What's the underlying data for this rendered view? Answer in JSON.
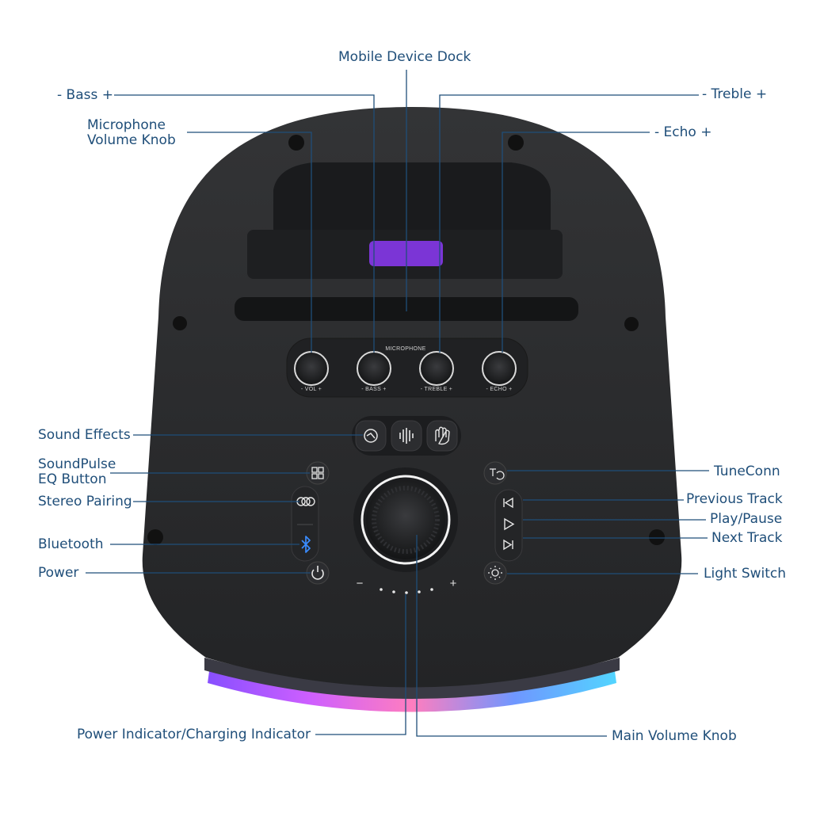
{
  "callouts": {
    "mobile_dock": "Mobile Device Dock",
    "bass": "- Bass +",
    "treble": "- Treble +",
    "mic_volume_line1": "Microphone",
    "mic_volume_line2": "Volume Knob",
    "echo": "- Echo +",
    "sound_effects": "Sound Effects",
    "soundpulse_line1": "SoundPulse",
    "soundpulse_line2": "EQ Button",
    "stereo_pairing": "Stereo Pairing",
    "bluetooth": "Bluetooth",
    "power": "Power",
    "tuneconn": "TuneConn",
    "previous_track": "Previous Track",
    "play_pause": "Play/Pause",
    "next_track": "Next Track",
    "light_switch": "Light Switch",
    "power_indicator": "Power Indicator/Charging Indicator",
    "main_volume_knob": "Main Volume Knob"
  },
  "panel": {
    "microphone_label": "MICROPHONE",
    "knob_labels": [
      "- VOL +",
      "- BASS +",
      "- TREBLE +",
      "- ECHO +"
    ],
    "volume_minus": "−",
    "volume_plus": "+"
  },
  "colors": {
    "callout_text": "#1f4e79",
    "leader_line": "#1f4e79",
    "body": "#2b2c2e",
    "dock_light": "#7b35d6",
    "base_glow": "#a23cff",
    "bluetooth_icon": "#3a8cff"
  },
  "icons": [
    "sound-effect-icon",
    "waveform-icon",
    "hand-wave-icon",
    "soundpulse-icon",
    "stereo-pairing-icon",
    "bluetooth-icon",
    "power-icon",
    "tuneconn-icon",
    "previous-track-icon",
    "play-icon",
    "next-track-icon",
    "light-switch-icon"
  ]
}
